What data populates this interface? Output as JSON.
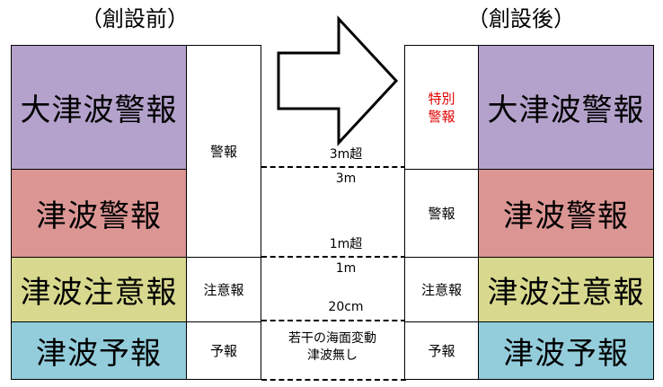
{
  "left": {
    "title": "（創設前）",
    "rows": [
      {
        "label": "大津波警報",
        "color": "#b4a2cc"
      },
      {
        "label": "津波警報",
        "color": "#db9593"
      },
      {
        "label": "津波注意報",
        "color": "#d8d98e"
      },
      {
        "label": "津波予報",
        "color": "#93cddc"
      }
    ],
    "side": [
      "警報",
      "注意報",
      "予報"
    ]
  },
  "right": {
    "title": "（創設後）",
    "rows": [
      {
        "label": "大津波警報",
        "color": "#b4a2cc"
      },
      {
        "label": "津波警報",
        "color": "#db9593"
      },
      {
        "label": "津波注意報",
        "color": "#d8d98e"
      },
      {
        "label": "津波予報",
        "color": "#93cddc"
      }
    ],
    "side_special": [
      "特別",
      "警報"
    ],
    "side": [
      "警報",
      "注意報",
      "予報"
    ]
  },
  "thresholds": {
    "t1_upper": "3m超",
    "t1_lower": "3m",
    "t2_upper": "1m超",
    "t2_lower": "1m",
    "t3": "20cm",
    "none_line1": "若干の海面変動",
    "none_line2": "津波無し"
  },
  "colors": {
    "special_red": "#e00000"
  }
}
